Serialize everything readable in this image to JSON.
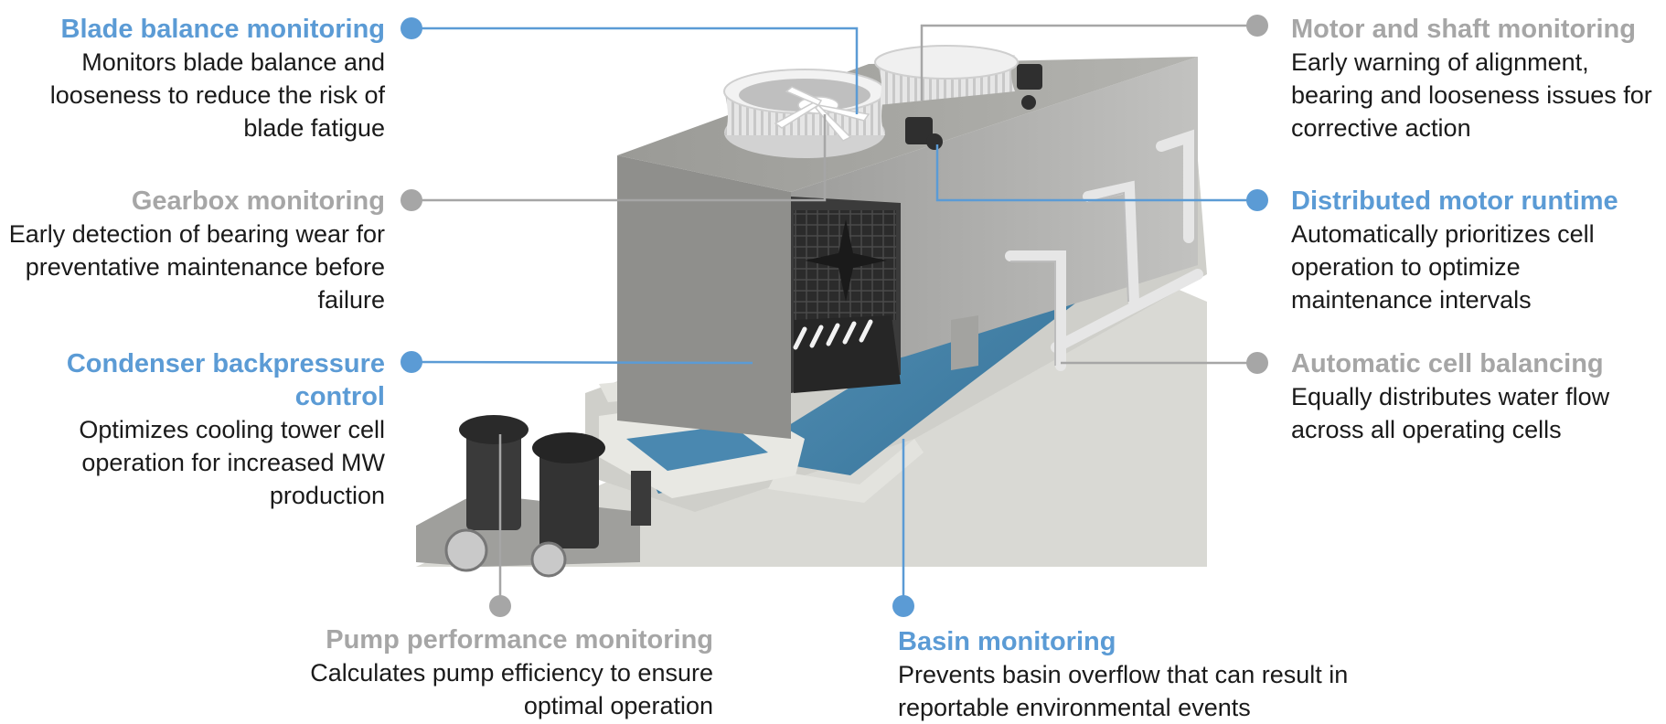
{
  "colors": {
    "accent_blue": "#5b9bd5",
    "accent_gray": "#a6a6a6",
    "text": "#1a1a1a",
    "water": "#3e7ea6",
    "concrete": "#d7d7d2",
    "tower": "#8e8e8e"
  },
  "callouts": {
    "blade": {
      "title": "Blade balance monitoring",
      "desc": "Monitors blade balance and looseness to reduce the risk of blade fatigue"
    },
    "gearbox": {
      "title": "Gearbox monitoring",
      "desc": "Early detection of bearing wear for preventative maintenance before failure"
    },
    "condenser": {
      "title": "Condenser backpressure control",
      "desc": "Optimizes cooling tower cell operation for increased MW production"
    },
    "pump": {
      "title": "Pump performance monitoring",
      "desc": "Calculates pump efficiency to ensure optimal operation"
    },
    "basin": {
      "title": "Basin monitoring",
      "desc": "Prevents basin overflow that can result in reportable environmental events"
    },
    "motor_shaft": {
      "title": "Motor and shaft monitoring",
      "desc": "Early warning of alignment, bearing and looseness issues for corrective action"
    },
    "motor_runtime": {
      "title": "Distributed motor runtime",
      "desc": "Automatically prioritizes cell operation to optimize maintenance intervals"
    },
    "cell_balancing": {
      "title": "Automatic cell balancing",
      "desc": "Equally distributes water flow across all operating cells"
    }
  }
}
